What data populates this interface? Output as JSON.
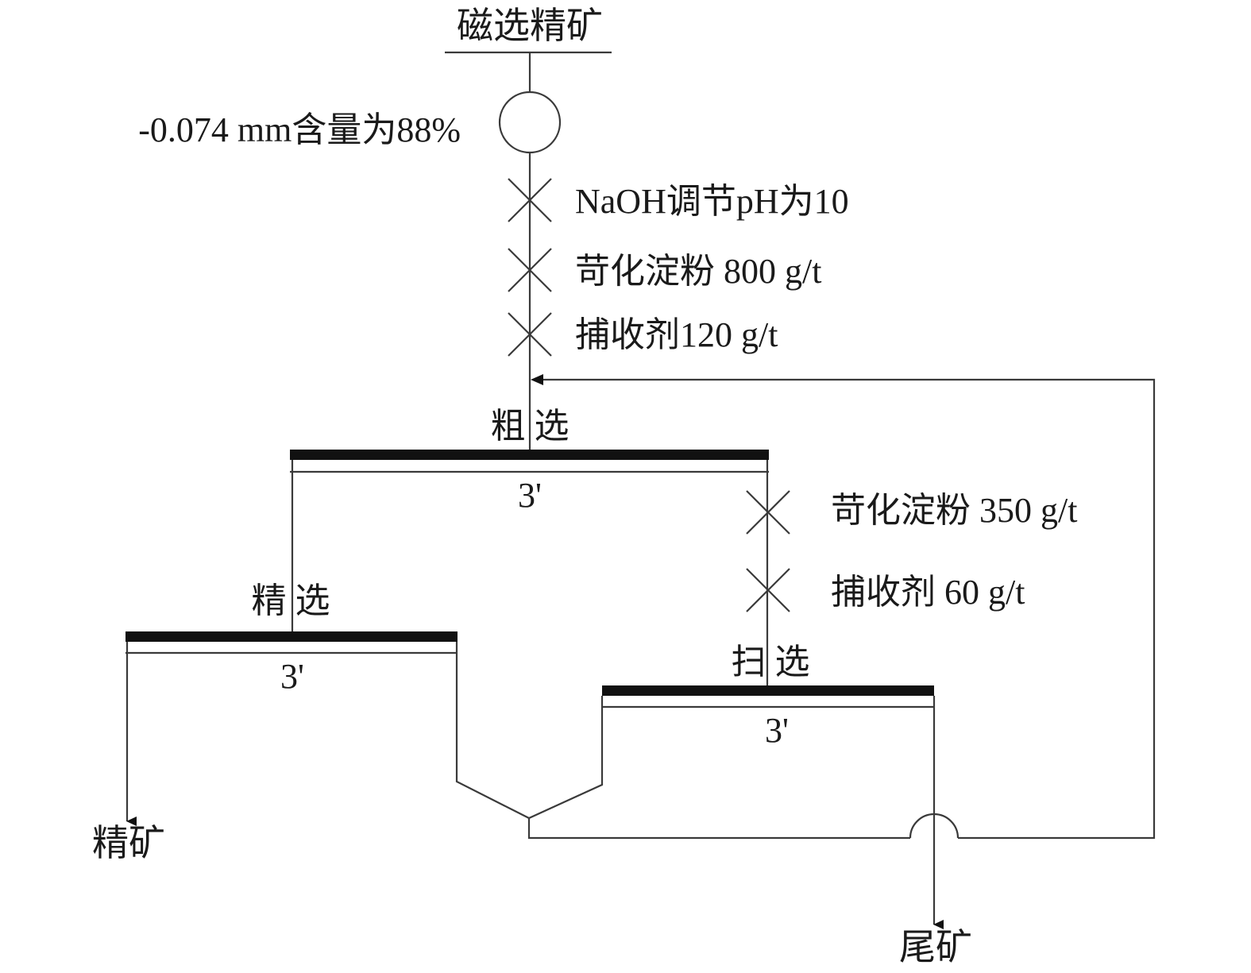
{
  "feed": {
    "label": "磁选精矿"
  },
  "grinding": {
    "label": "-0.074 mm含量为88%"
  },
  "rougher_reagents": [
    "NaOH调节pH为10",
    "苛化淀粉 800 g/t",
    "捕收剂120 g/t"
  ],
  "rougher": {
    "label": "粗 选",
    "time": "3'"
  },
  "scavenger_reagents": [
    "苛化淀粉 350 g/t",
    "捕收剂 60 g/t"
  ],
  "cleaner": {
    "label": "精 选",
    "time": "3'"
  },
  "scavenger": {
    "label": "扫 选",
    "time": "3'"
  },
  "products": {
    "concentrate": "精矿",
    "tailings": "尾矿"
  }
}
